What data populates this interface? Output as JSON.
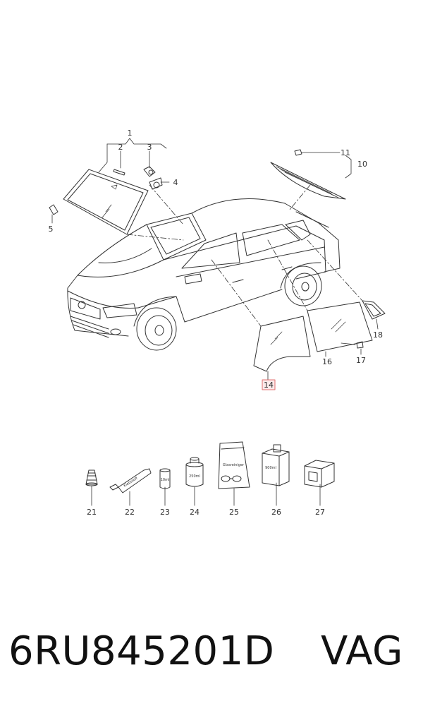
{
  "caption": {
    "part_number": "6RU845201D",
    "brand": "VAG"
  },
  "callouts": [
    "1",
    "2",
    "3",
    "4",
    "5",
    "10",
    "11",
    "14",
    "16",
    "17",
    "18",
    "21",
    "22",
    "23",
    "24",
    "25",
    "26",
    "27"
  ],
  "highlight_color": "#e07070",
  "line_color": "#333333",
  "product_labels": {
    "tube": "Klebstoff",
    "can_small": "10ml",
    "can_medium": "250ml",
    "bag": "Glasreiniger",
    "box": "900ml"
  }
}
